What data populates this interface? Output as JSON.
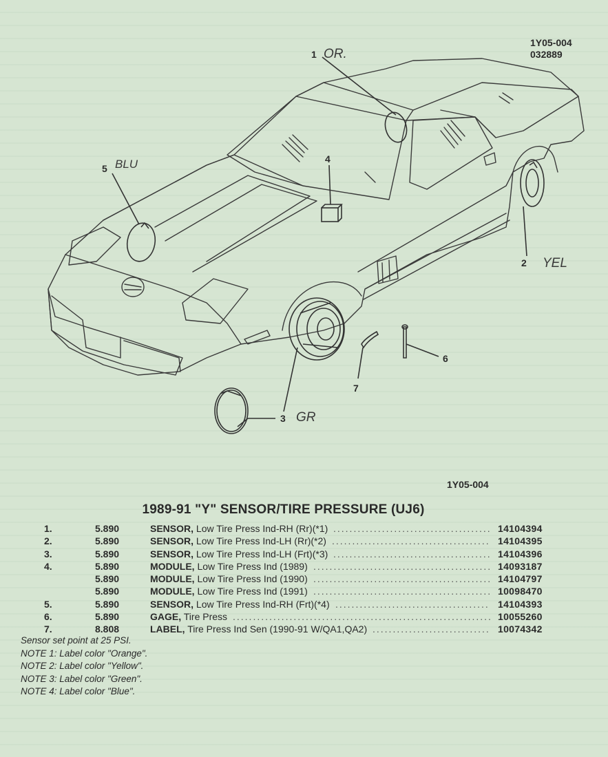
{
  "header": {
    "code": "1Y05-004",
    "date_code": "032889"
  },
  "figure_code": "1Y05-004",
  "callouts": [
    "1",
    "2",
    "3",
    "4",
    "5",
    "6",
    "7"
  ],
  "handwritten": [
    "OR.",
    "BLU",
    "YEL",
    "GR"
  ],
  "title": "1989-91 \"Y\" SENSOR/TIRE PRESSURE (UJ6)",
  "parts": [
    {
      "num": "1.",
      "section": "5.890",
      "name": "SENSOR,",
      "desc": "Low Tire Press Ind-RH (Rr)(*1)",
      "part_number": "14104394"
    },
    {
      "num": "2.",
      "section": "5.890",
      "name": "SENSOR,",
      "desc": "Low Tire Press Ind-LH (Rr)(*2)",
      "part_number": "14104395"
    },
    {
      "num": "3.",
      "section": "5.890",
      "name": "SENSOR,",
      "desc": "Low Tire Press Ind-LH (Frt)(*3)",
      "part_number": "14104396"
    },
    {
      "num": "4.",
      "section": "5.890",
      "name": "MODULE,",
      "desc": "Low Tire Press Ind (1989)",
      "part_number": "14093187"
    },
    {
      "num": "",
      "section": "5.890",
      "name": "MODULE,",
      "desc": "Low Tire Press Ind (1990)",
      "part_number": "14104797"
    },
    {
      "num": "",
      "section": "5.890",
      "name": "MODULE,",
      "desc": "Low Tire Press Ind (1991)",
      "part_number": "10098470"
    },
    {
      "num": "5.",
      "section": "5.890",
      "name": "SENSOR,",
      "desc": "Low Tire Press Ind-RH (Frt)(*4)",
      "part_number": "14104393"
    },
    {
      "num": "6.",
      "section": "5.890",
      "name": "GAGE,",
      "desc": "Tire Press",
      "part_number": "10055260"
    },
    {
      "num": "7.",
      "section": "8.808",
      "name": "LABEL,",
      "desc": "Tire Press Ind Sen (1990-91 W/QA1,QA2)",
      "part_number": "10074342"
    }
  ],
  "notes": [
    "Sensor set point at 25 PSI.",
    "NOTE 1: Label color \"Orange\".",
    "NOTE 2: Label color \"Yellow\".",
    "NOTE 3: Label color \"Green\".",
    "NOTE 4: Label color \"Blue\"."
  ]
}
